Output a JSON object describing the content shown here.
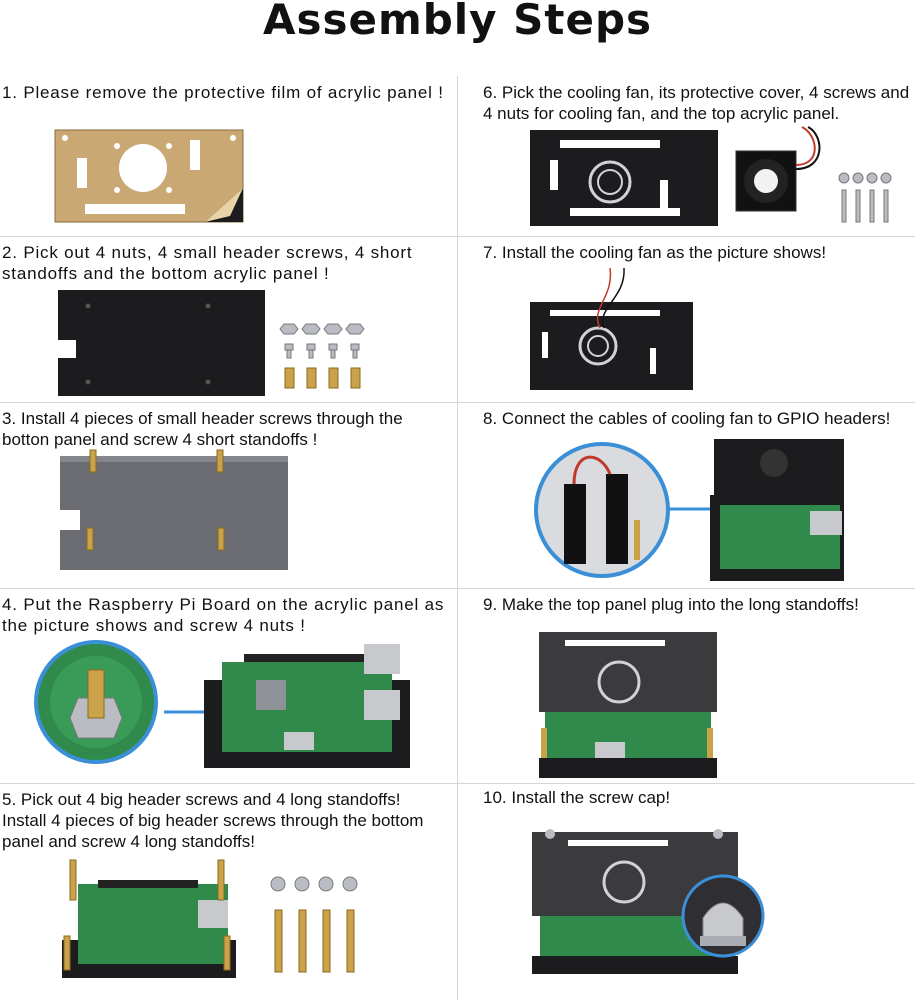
{
  "title": "Assembly Steps",
  "steps": [
    {
      "number": "1.",
      "text": "Please remove the protective film of acrylic panel !"
    },
    {
      "number": "2.",
      "text": "Pick out 4 nuts, 4 small header screws,  4 short standoffs and the bottom acrylic panel !"
    },
    {
      "number": "3.",
      "text": "Install 4 pieces of small header screws through the botton panel and screw 4 short standoffs !"
    },
    {
      "number": "4.",
      "text": "Put the Raspberry Pi Board on the acrylic panel as the picture shows and screw 4 nuts !"
    },
    {
      "number": "5.",
      "text": "Pick out 4 big header screws and 4 long standoffs! Install 4 pieces of big header screws through the bottom panel and screw 4 long standoffs!"
    },
    {
      "number": "6.",
      "text": "Pick the cooling fan, its protective cover, 4 screws and 4 nuts for cooling fan, and the top acrylic panel."
    },
    {
      "number": "7.",
      "text": "Install the cooling fan as the picture shows!"
    },
    {
      "number": "8.",
      "text": "Connect the cables of cooling fan to GPIO headers!"
    },
    {
      "number": "9.",
      "text": "Make the top panel plug into the long standoffs!"
    },
    {
      "number": "10.",
      "text": "Install the screw cap!"
    }
  ],
  "colors": {
    "acrylic_black": "#1c1c1e",
    "acrylic_film": "#c9a874",
    "brass": "#c9a24a",
    "steel": "#b9bcc2",
    "pcb_green": "#2f8a4c",
    "callout_blue": "#3b8fd6"
  }
}
